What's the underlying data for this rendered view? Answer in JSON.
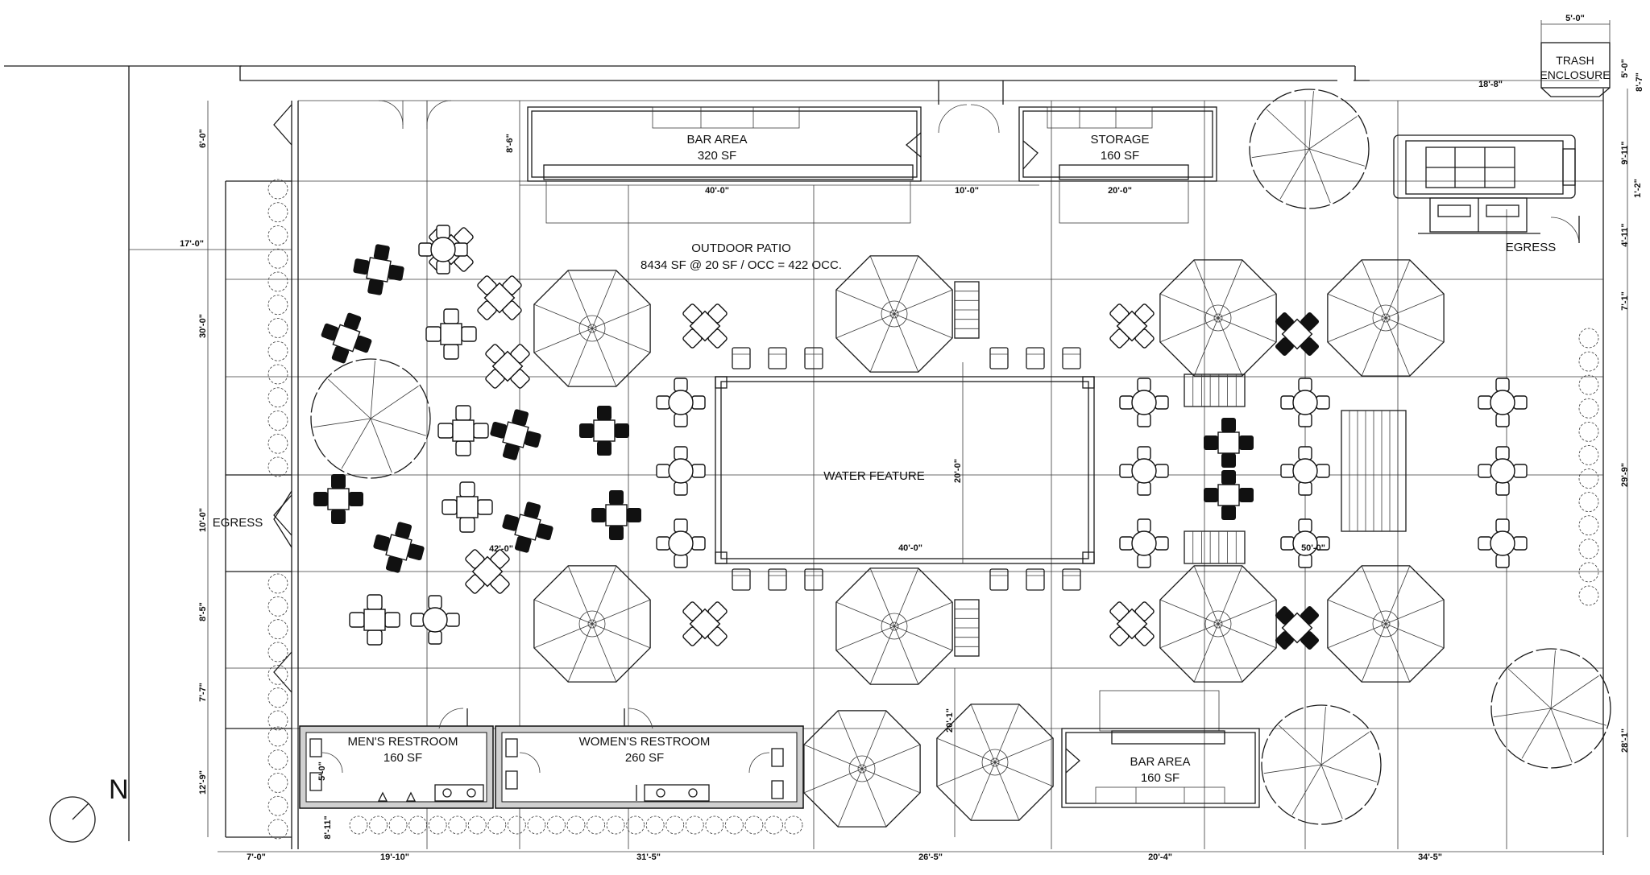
{
  "rooms": {
    "bar_area_north": {
      "name": "BAR AREA",
      "area": "320 SF"
    },
    "storage": {
      "name": "STORAGE",
      "area": "160 SF"
    },
    "trash": {
      "line1": "TRASH",
      "line2": "ENCLOSURE"
    },
    "patio": {
      "name": "OUTDOOR PATIO",
      "occupancy": "8434 SF @ 20 SF / OCC  = 422 OCC."
    },
    "water_feature": "WATER FEATURE",
    "mens_restroom": {
      "name": "MEN'S RESTROOM",
      "area": "160 SF"
    },
    "womens_restroom": {
      "name": "WOMEN'S RESTROOM",
      "area": "260 SF"
    },
    "bar_area_south": {
      "name": "BAR AREA",
      "area": "160 SF"
    }
  },
  "egress": {
    "west": "EGRESS",
    "east": "EGRESS"
  },
  "north_arrow": "N",
  "dimensions": {
    "left_6_0": "6'-0\"",
    "left_17_0": "17'-0\"",
    "left_30_0": "30'-0\"",
    "left_10_0": "10'-0\"",
    "left_8_5": "8'-5\"",
    "left_7_7": "7'-7\"",
    "left_12_9": "12'-9\"",
    "bar_depth": "8'-6\"",
    "bar_width": "40'-0\"",
    "gap_10_0": "10'-0\"",
    "storage_width": "20'-0\"",
    "trash_width": "5'-0\"",
    "trash_depth": "5'-0\"",
    "top_18_8": "18'-8\"",
    "right_8_7": "8'-7\"",
    "right_9_11": "9'-11\"",
    "right_1_2": "1'-2\"",
    "right_4_11": "4'-11\"",
    "right_7_1": "7'-1\"",
    "right_29_9": "29'-9\"",
    "right_28_1": "28'-1\"",
    "water_height": "20'-0\"",
    "water_width": "40'-0\"",
    "west_42_0": "42'-0\"",
    "east_50_0": "50'-0\"",
    "restroom_5_0": "5'-0\"",
    "bot_8_11": "8'-11\"",
    "south_20_1": "20'-1\"",
    "bottom_7_0": "7'-0\"",
    "bottom_19_10": "19'-10\"",
    "bottom_31_5": "31'-5\"",
    "bottom_26_5": "26'-5\"",
    "bottom_20_4": "20'-4\"",
    "bottom_34_5": "34'-5\""
  }
}
